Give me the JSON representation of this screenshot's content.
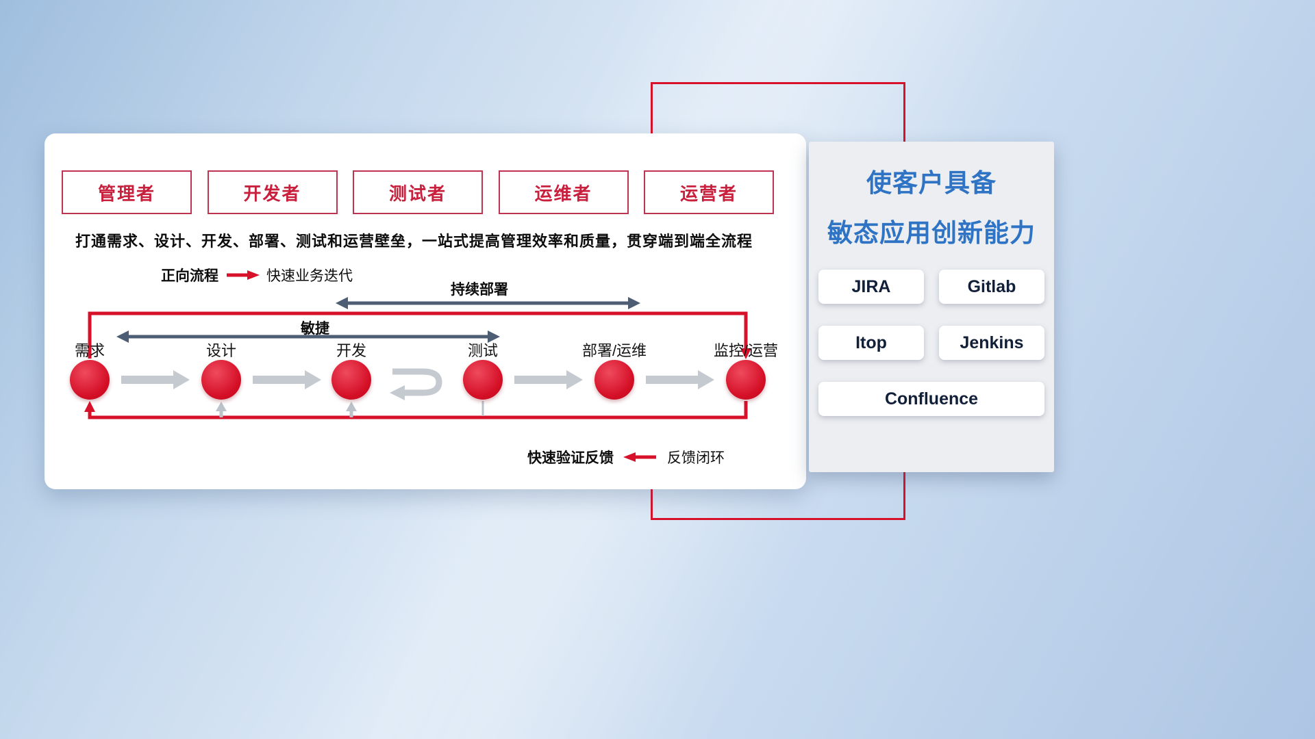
{
  "card": {
    "roles": [
      {
        "label": "管理者"
      },
      {
        "label": "开发者"
      },
      {
        "label": "测试者"
      },
      {
        "label": "运维者"
      },
      {
        "label": "运营者"
      }
    ],
    "subtitle": "打通需求、设计、开发、部署、测试和运营壁垒，一站式提高管理效率和质量，贯穿端到端全流程",
    "legend_forward": {
      "label": "正向流程",
      "value": "快速业务迭代"
    },
    "legend_feedback": {
      "label": "快速验证反馈",
      "value": "反馈闭环"
    },
    "flow": {
      "stages": [
        {
          "label": "需求"
        },
        {
          "label": "设计"
        },
        {
          "label": "开发"
        },
        {
          "label": "测试"
        },
        {
          "label": "部署/运维"
        },
        {
          "label": "监控/运营"
        }
      ],
      "span_continuous_deploy": "持续部署",
      "span_agile": "敏捷"
    }
  },
  "panel": {
    "title_line1": "使客户具备",
    "title_line2": "敏态应用创新能力",
    "tools": [
      "JIRA",
      "Gitlab",
      "Itop",
      "Jenkins",
      "Confluence"
    ]
  },
  "colors": {
    "accent_red": "#d8112a",
    "title_blue": "#2f74c4",
    "arrow_dark": "#4d5d73",
    "arrow_gray": "#c5cad0",
    "role_red": "#c81f3c"
  }
}
